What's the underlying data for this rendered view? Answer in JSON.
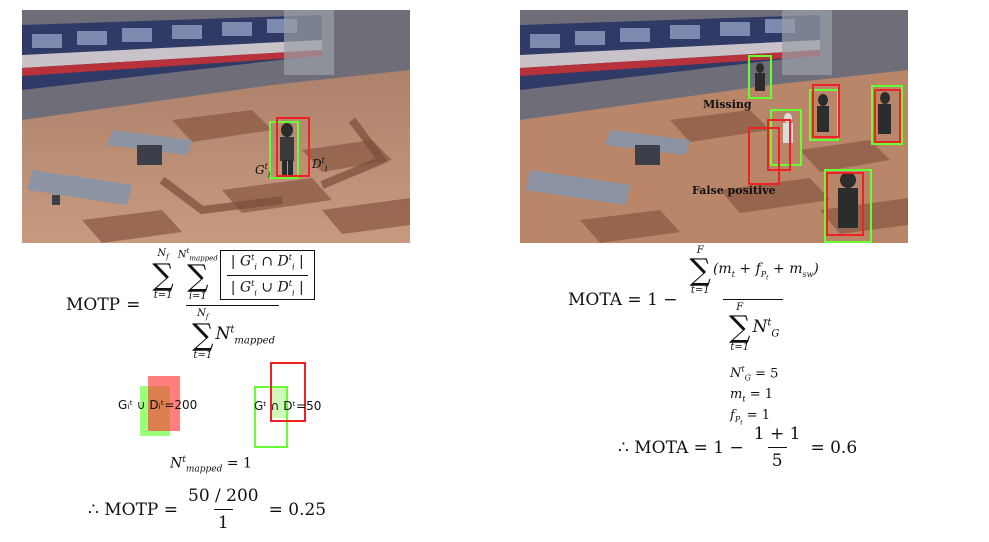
{
  "left_scene": {
    "gt_label": "G",
    "det_label": "D"
  },
  "right_scene": {
    "missing_label": "Missing",
    "false_positive_label": "False positive"
  },
  "motp": {
    "lhs": "MOTP",
    "sum_upper_outer": "N",
    "sum_upper_outer_sub": "f",
    "sum_upper_inner": "N",
    "sum_upper_inner_sub": "mapped",
    "sum_lower_outer": "t=1",
    "sum_lower_inner": "i=1",
    "den_term": "N",
    "den_term_sup": "t",
    "den_term_sub": "mapped",
    "union_example": "Gᵢᵗ ∪ Dᵢᵗ=200",
    "intersection_example": "Gᵗ ∩ Dᵗ=50",
    "nmapped_line": "N",
    "nmapped_value": "= 1",
    "result_prefix": "∴ MOTP =",
    "result_num": "50 / 200",
    "result_den": "1",
    "result_value": "= 0.25"
  },
  "mota": {
    "lhs": "MOTA = 1 −",
    "sum_upper": "F",
    "sum_lower": "t=1",
    "num_terms": "(m",
    "den_term": "N",
    "ng_line": "= 5",
    "mt_line": "= 1",
    "fp_line": "= 1",
    "result_prefix": "∴ MOTA = 1 −",
    "result_num": "1 + 1",
    "result_den": "5",
    "result_value": "= 0.6"
  },
  "colors": {
    "ground_truth": "#66ff33",
    "detection": "#ee2222",
    "floor": "#b9866a",
    "train": "#3b4a7a"
  }
}
